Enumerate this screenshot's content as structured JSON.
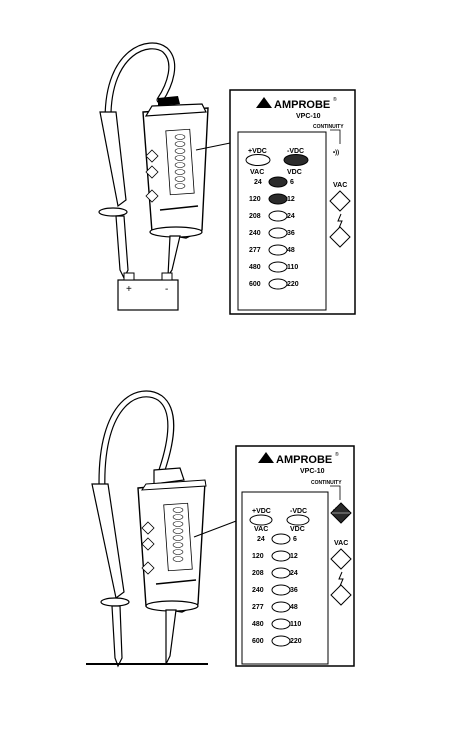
{
  "panel": {
    "brand": "AMPROBE",
    "trademark": "®",
    "model": "VPC-10",
    "continuity_label": "CONTINUITY",
    "pos_vdc": "+VDC",
    "neg_vdc": "-VDC",
    "vac_header": "VAC",
    "vdc_header": "VDC",
    "vac_values": [
      "24",
      "120",
      "208",
      "240",
      "277",
      "480",
      "600"
    ],
    "vdc_values": [
      "6",
      "12",
      "24",
      "36",
      "48",
      "110",
      "220"
    ],
    "vac_side_label": "VAC",
    "continuity_symbol": "•))"
  },
  "battery": {
    "plus": "+",
    "minus": "-"
  },
  "colors": {
    "ink": "#000000",
    "lit_led": "#2b2b2b",
    "background": "#ffffff"
  },
  "figures": [
    {
      "id": "battery-test",
      "lit_vdc_leds": [
        "6",
        "12"
      ],
      "lit_neg_vdc": true,
      "continuity_lit": false
    },
    {
      "id": "continuity-test",
      "lit_vdc_leds": [],
      "lit_neg_vdc": false,
      "continuity_lit": true
    }
  ]
}
